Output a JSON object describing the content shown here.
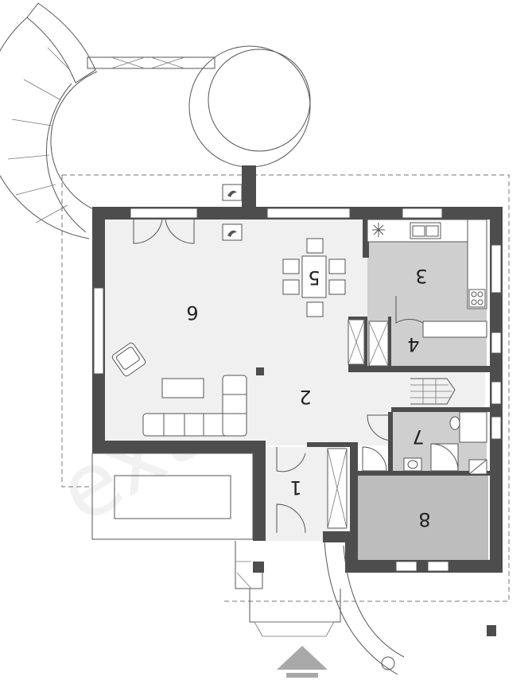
{
  "watermark": "extradom",
  "rooms": [
    {
      "id": "6",
      "label": "6",
      "rotated": true
    },
    {
      "id": "5",
      "label": "5",
      "rotated": true
    },
    {
      "id": "3",
      "label": "3",
      "rotated": true
    },
    {
      "id": "4",
      "label": "4",
      "rotated": true
    },
    {
      "id": "2",
      "label": "2",
      "rotated": true
    },
    {
      "id": "7",
      "label": "7",
      "rotated": true
    },
    {
      "id": "1",
      "label": "1",
      "rotated": true
    },
    {
      "id": "8",
      "label": "8",
      "rotated": true
    }
  ],
  "colors": {
    "wall": "#4d4d4d",
    "floor_living": "#f0f0f0",
    "floor_kitchen": "#cfcfcf",
    "floor_garage": "#bdbdbd",
    "entrance_arrow": "#a8a8a8"
  }
}
